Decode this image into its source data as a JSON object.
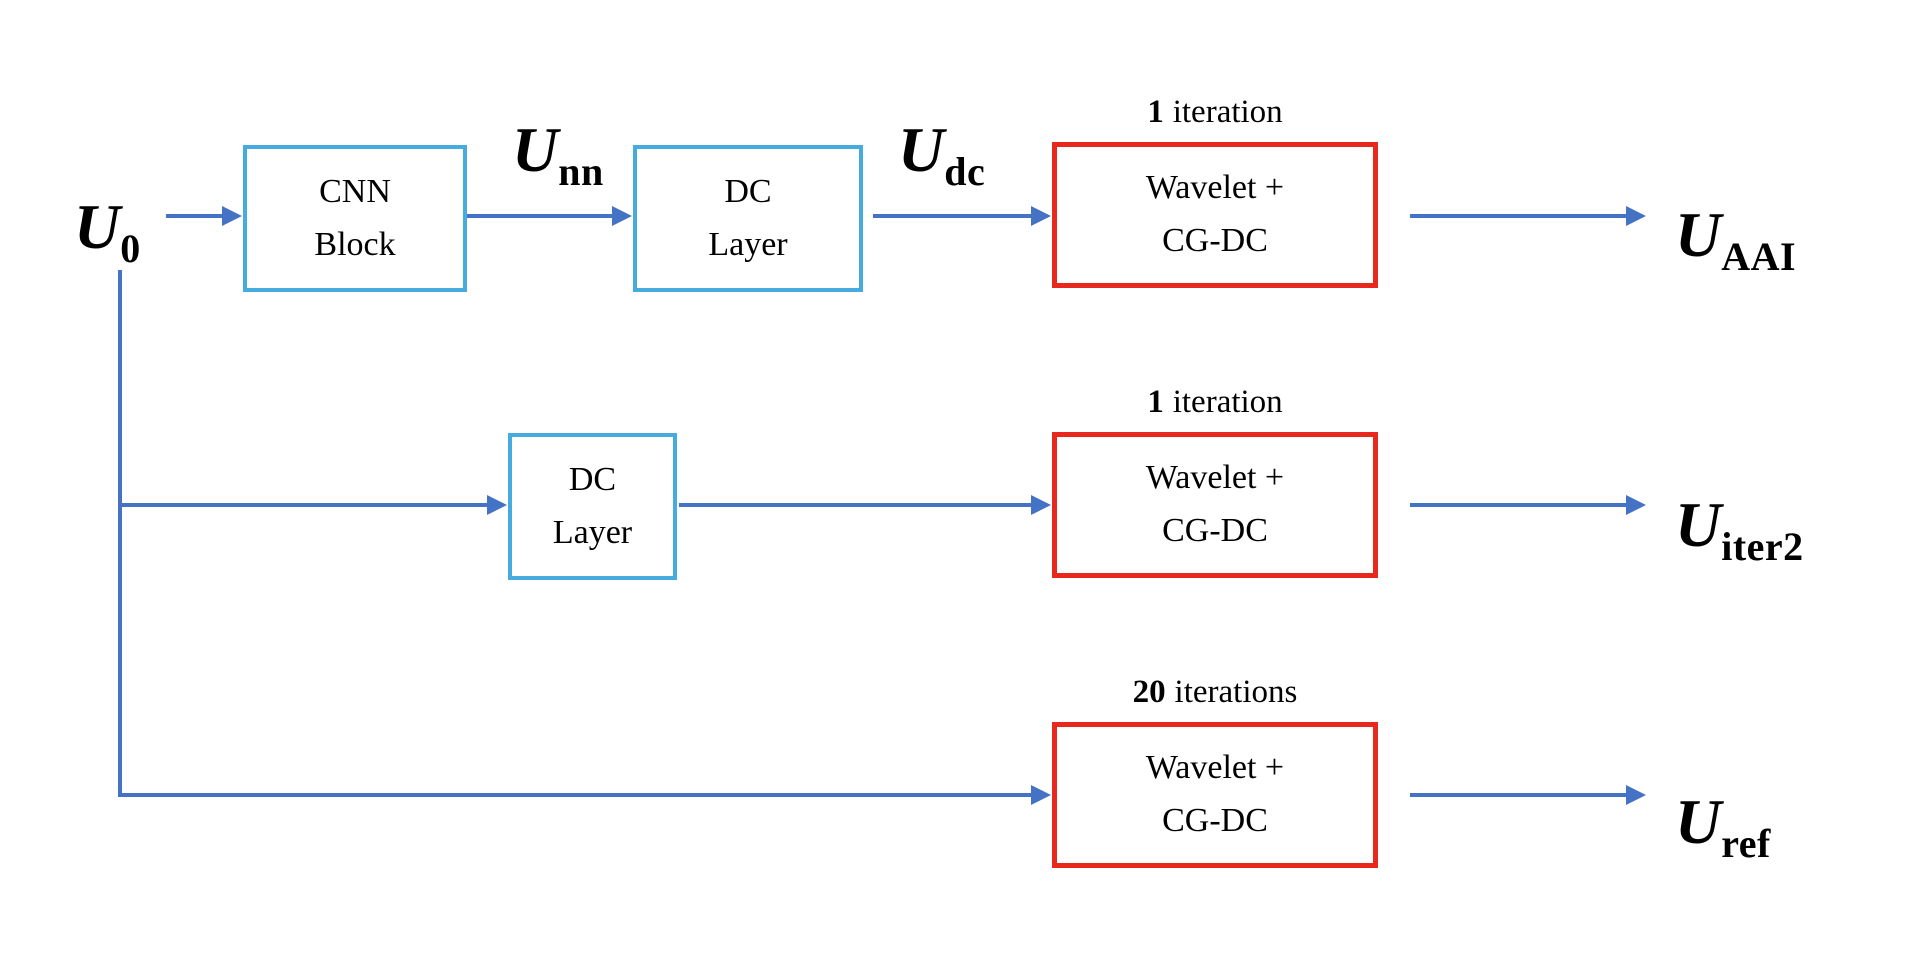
{
  "colors": {
    "arrow_blue": "#4472c4",
    "box_blue_border": "#46ace0",
    "box_red_border": "#e8271d",
    "text_black": "#000000"
  },
  "nodes": {
    "input": {
      "base": "U",
      "sub": "0"
    },
    "row1": {
      "cnn_block": {
        "line1": "CNN",
        "line2": "Block"
      },
      "label_unn": {
        "base": "U",
        "sub": "nn"
      },
      "dc_layer": {
        "line1": "DC",
        "line2": "Layer"
      },
      "label_udc": {
        "base": "U",
        "sub": "dc"
      },
      "iterations": {
        "count": "1",
        "label": "iteration"
      },
      "wavelet_box": {
        "line1": "Wavelet +",
        "line2": "CG-DC"
      },
      "output": {
        "base": "U",
        "sub": "AAI"
      }
    },
    "row2": {
      "dc_layer": {
        "line1": "DC",
        "line2": "Layer"
      },
      "iterations": {
        "count": "1",
        "label": "iteration"
      },
      "wavelet_box": {
        "line1": "Wavelet +",
        "line2": "CG-DC"
      },
      "output": {
        "base": "U",
        "sub": "iter2"
      }
    },
    "row3": {
      "iterations": {
        "count": "20",
        "label": "iterations"
      },
      "wavelet_box": {
        "line1": "Wavelet +",
        "line2": "CG-DC"
      },
      "output": {
        "base": "U",
        "sub": "ref"
      }
    }
  }
}
